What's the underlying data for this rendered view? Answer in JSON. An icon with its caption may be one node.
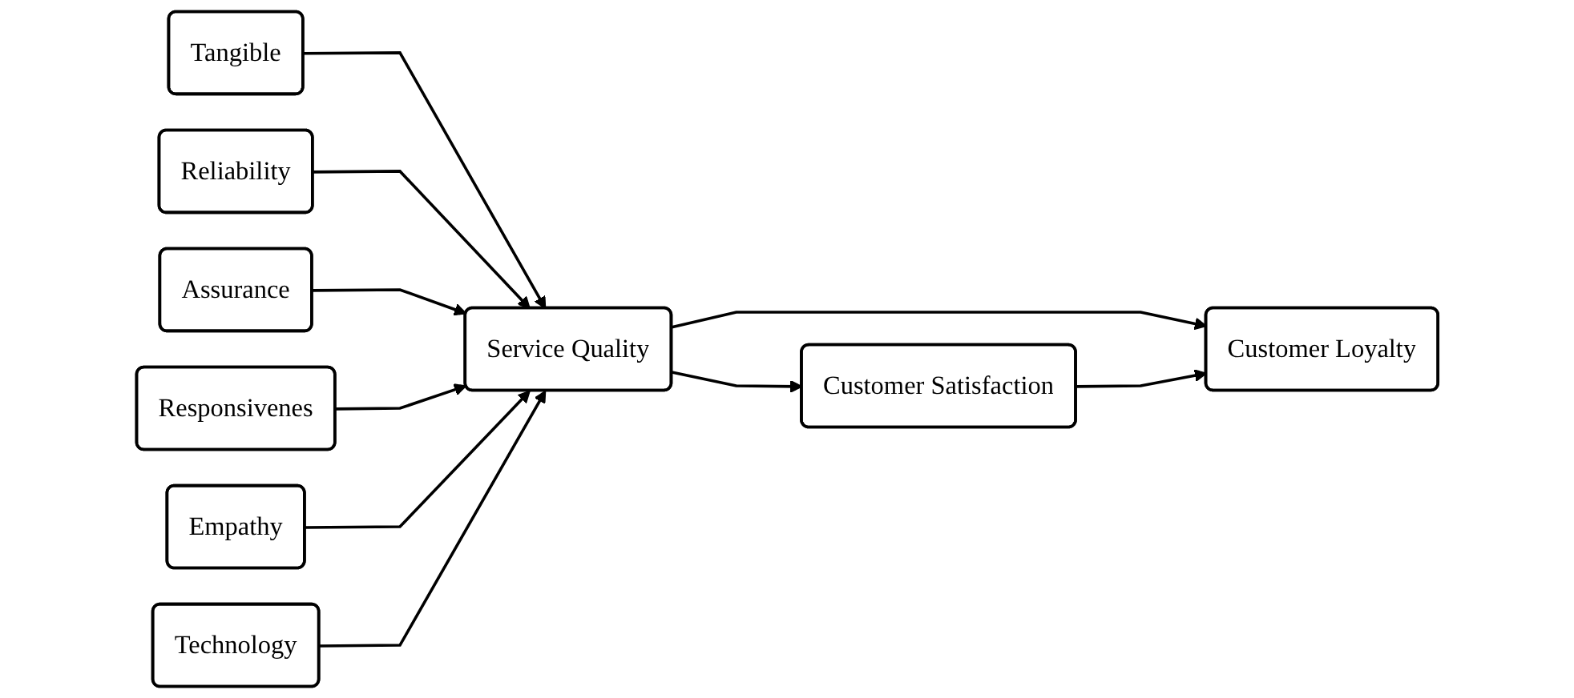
{
  "diagram": {
    "nodes": [
      {
        "text": [
          "Tangible"
        ]
      },
      {
        "text": [
          "Reliability"
        ]
      },
      {
        "text": [
          "Assurance"
        ]
      },
      {
        "text": [
          "Responsivenes"
        ]
      },
      {
        "text": [
          "Empathy"
        ]
      },
      {
        "text": [
          "Technology"
        ]
      },
      {
        "text": [
          "Service Quality"
        ]
      },
      {
        "text": [
          "Customer Satisfaction"
        ]
      },
      {
        "text": [
          "Customer Loyalty"
        ]
      }
    ],
    "edges": [
      {
        "from": 0,
        "to": 6,
        "arrow": "to"
      },
      {
        "from": 1,
        "to": 6,
        "arrow": "to"
      },
      {
        "from": 2,
        "to": 6,
        "arrow": "to"
      },
      {
        "from": 3,
        "to": 6,
        "arrow": "to"
      },
      {
        "from": 4,
        "to": 6,
        "arrow": "to"
      },
      {
        "from": 5,
        "to": 6,
        "arrow": "to"
      },
      {
        "from": 6,
        "to": 7,
        "arrow": "to"
      },
      {
        "from": 6,
        "to": 8,
        "arrow": "to"
      },
      {
        "from": 7,
        "to": 8,
        "arrow": "to"
      }
    ]
  }
}
